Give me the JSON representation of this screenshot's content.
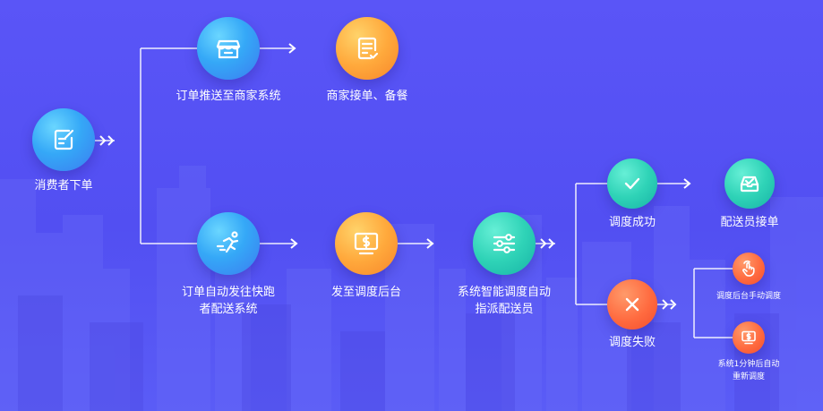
{
  "nodes": {
    "consumer": {
      "label": "消费者下单"
    },
    "push": {
      "label": "订单推送至商家系统"
    },
    "merchant": {
      "label": "商家接单、备餐"
    },
    "auto": {
      "line1": "订单自动发往快跑",
      "line2": "者配送系统"
    },
    "dispatch": {
      "label": "发至调度后台"
    },
    "smart": {
      "line1": "系统智能调度自动",
      "line2": "指派配送员"
    },
    "success": {
      "label": "调度成功"
    },
    "courier": {
      "label": "配送员接单"
    },
    "fail": {
      "label": "调度失败"
    },
    "manual": {
      "label": "调度后台手动调度"
    },
    "retry": {
      "line1": "系统1分钟后自动",
      "line2": "重新调度"
    }
  },
  "colors": {
    "background": "#524ff2",
    "blue": "#35a8f7",
    "orange": "#ffa93c",
    "teal": "#2fd3b7",
    "red": "#ff6a3f",
    "connector": "#ffffff"
  },
  "icons": {
    "consumer": "edit-note-icon",
    "push": "store-icon",
    "merchant": "checklist-icon",
    "auto": "running-courier-icon",
    "dispatch": "monitor-money-icon",
    "smart": "sliders-icon",
    "success": "check-icon",
    "courier": "inbox-check-icon",
    "fail": "close-icon",
    "manual": "hand-tap-icon",
    "retry": "monitor-money-icon"
  }
}
